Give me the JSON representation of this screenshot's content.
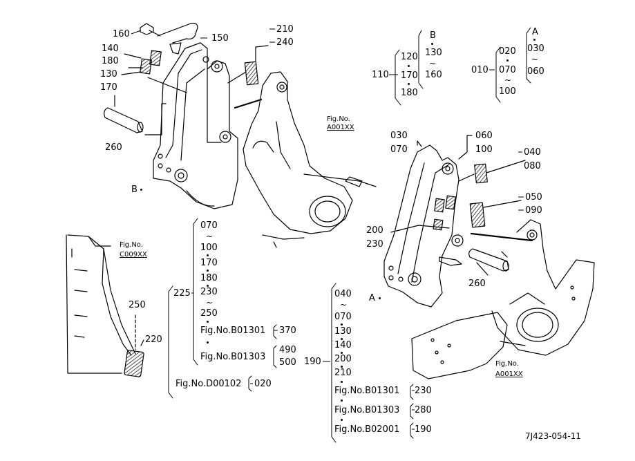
{
  "colors": {
    "line": "#000000",
    "background": "#ffffff",
    "hatch": "#222222"
  },
  "part_labels": {
    "p160": "160",
    "p150": "150",
    "p140": "140",
    "p180": "180",
    "p130": "130",
    "p170": "170",
    "p260a": "260",
    "p210": "210",
    "p240": "240",
    "pB": "B",
    "pA": "A",
    "p030": "030",
    "p070": "070",
    "p060": "060",
    "p100": "100",
    "p040": "040",
    "p080": "080",
    "p050": "050",
    "p090": "090",
    "p200": "200",
    "p230": "230",
    "p260b": "260",
    "p250": "250",
    "p220": "220",
    "p225": "225",
    "p190": "190"
  },
  "combo_b": {
    "code": "B",
    "main": "110",
    "left": [
      "120",
      "170",
      "180"
    ],
    "right": [
      "130",
      "160"
    ]
  },
  "combo_a": {
    "code": "A",
    "main": "010",
    "left": [
      "020",
      "070",
      "100"
    ],
    "right": [
      "030",
      "060"
    ]
  },
  "fig_refs": {
    "a001_top": "A001XX",
    "a001_bottom": "A001XX",
    "c009": "C009XX",
    "fig_no_prefix": "Fig.No."
  },
  "group_225": {
    "items": [
      "070",
      "~",
      "100",
      "170",
      "180",
      "230",
      "~",
      "250"
    ],
    "fig1": "Fig.No.B01301",
    "fig1_val": "370",
    "fig2": "Fig.No.B01303",
    "fig2_vals": [
      "490",
      "500"
    ],
    "fig3": "Fig.No.D00102",
    "fig3_val": "020"
  },
  "group_190": {
    "items": [
      "040",
      "~",
      "070",
      "130",
      "140",
      "200",
      "210"
    ],
    "fig1": "Fig.No.B01301",
    "fig1_val": "230",
    "fig2": "Fig.No.B01303",
    "fig2_val": "280",
    "fig3": "Fig.No.B02001",
    "fig3_val": "190"
  },
  "drawing_code": "7J423-054-11"
}
